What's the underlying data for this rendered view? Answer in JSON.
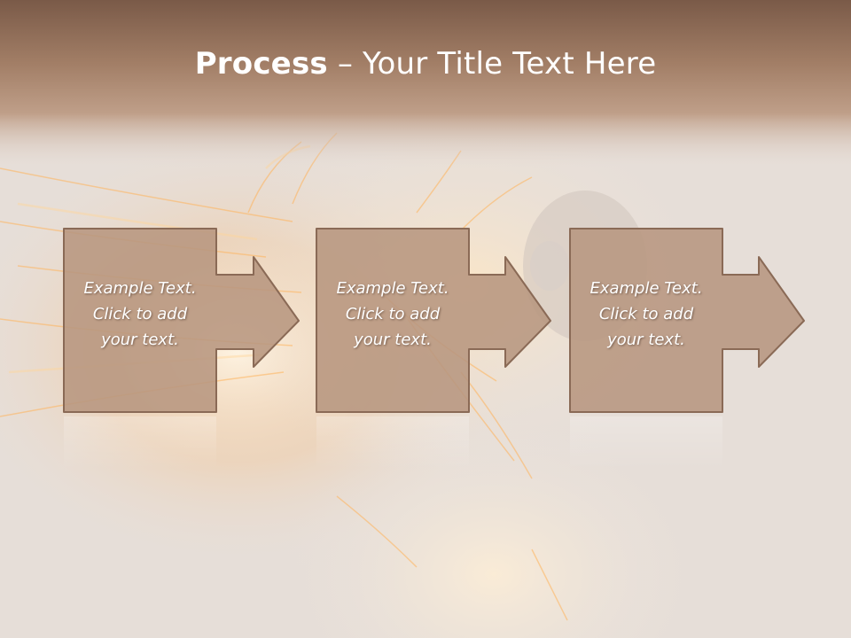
{
  "slide": {
    "title_bold": "Process",
    "title_rest": " – Your Title Text Here",
    "steps": [
      {
        "line1": "Example Text.",
        "line2": "Click  to add",
        "line3": "your text."
      },
      {
        "line1": "Example Text.",
        "line2": "Click  to add",
        "line3": "your text."
      },
      {
        "line1": "Example Text.",
        "line2": "Click  to add",
        "line3": "your text."
      }
    ]
  },
  "colors": {
    "header_band": "#7a5a48",
    "box_fill": "#b79680",
    "box_stroke": "#8a6a56",
    "spark": "#ffb35a"
  }
}
